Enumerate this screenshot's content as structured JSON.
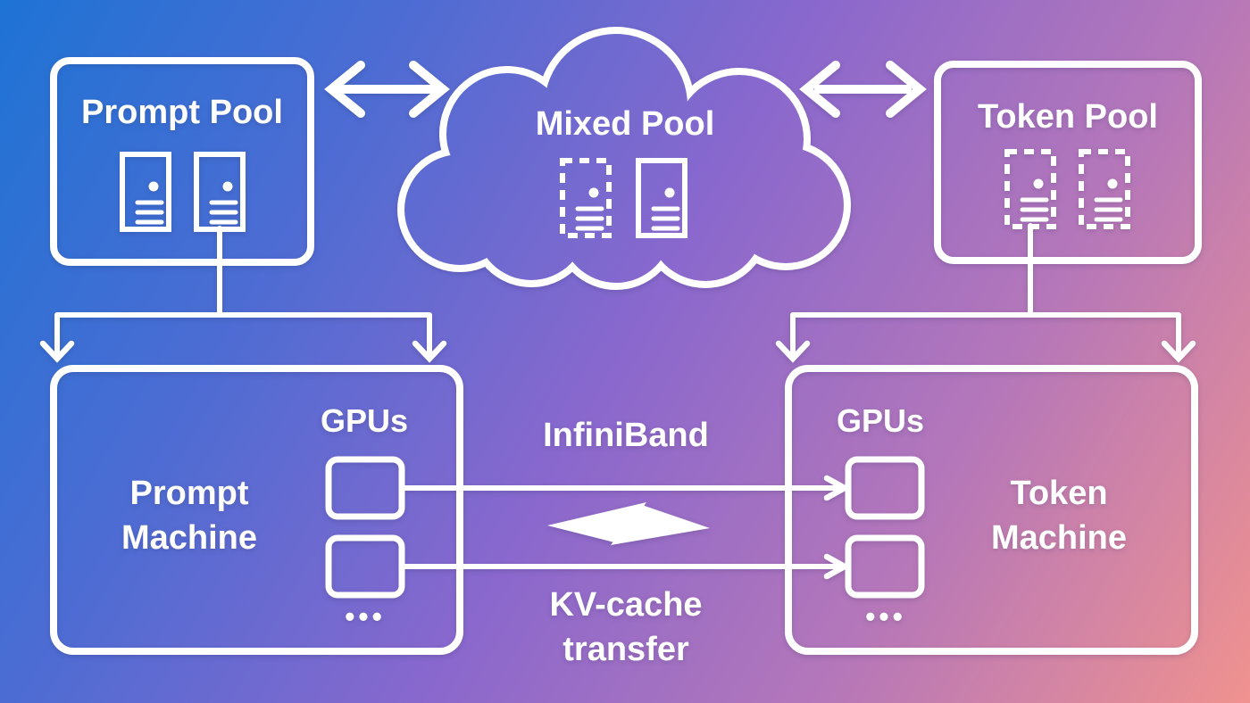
{
  "colors": {
    "gradient_stops": [
      "#1e73d5",
      "#4f6cd3",
      "#8a68cd",
      "#b577b9",
      "#f0928f"
    ],
    "line_color": "#ffffff"
  },
  "pools": {
    "prompt": {
      "title": "Prompt Pool",
      "servers": [
        {
          "style": "solid"
        },
        {
          "style": "solid"
        }
      ]
    },
    "mixed": {
      "title": "Mixed Pool",
      "servers": [
        {
          "style": "dashed"
        },
        {
          "style": "solid"
        }
      ]
    },
    "token": {
      "title": "Token Pool",
      "servers": [
        {
          "style": "dashed"
        },
        {
          "style": "dashed"
        }
      ]
    }
  },
  "machines": {
    "prompt": {
      "name_line1": "Prompt",
      "name_line2": "Machine",
      "gpus_label": "GPUs",
      "ellipsis": "•••"
    },
    "token": {
      "name_line1": "Token",
      "name_line2": "Machine",
      "gpus_label": "GPUs",
      "ellipsis": "•••"
    }
  },
  "link": {
    "interconnect": "InfiniBand",
    "transfer_line1": "KV-cache",
    "transfer_line2": "transfer"
  }
}
